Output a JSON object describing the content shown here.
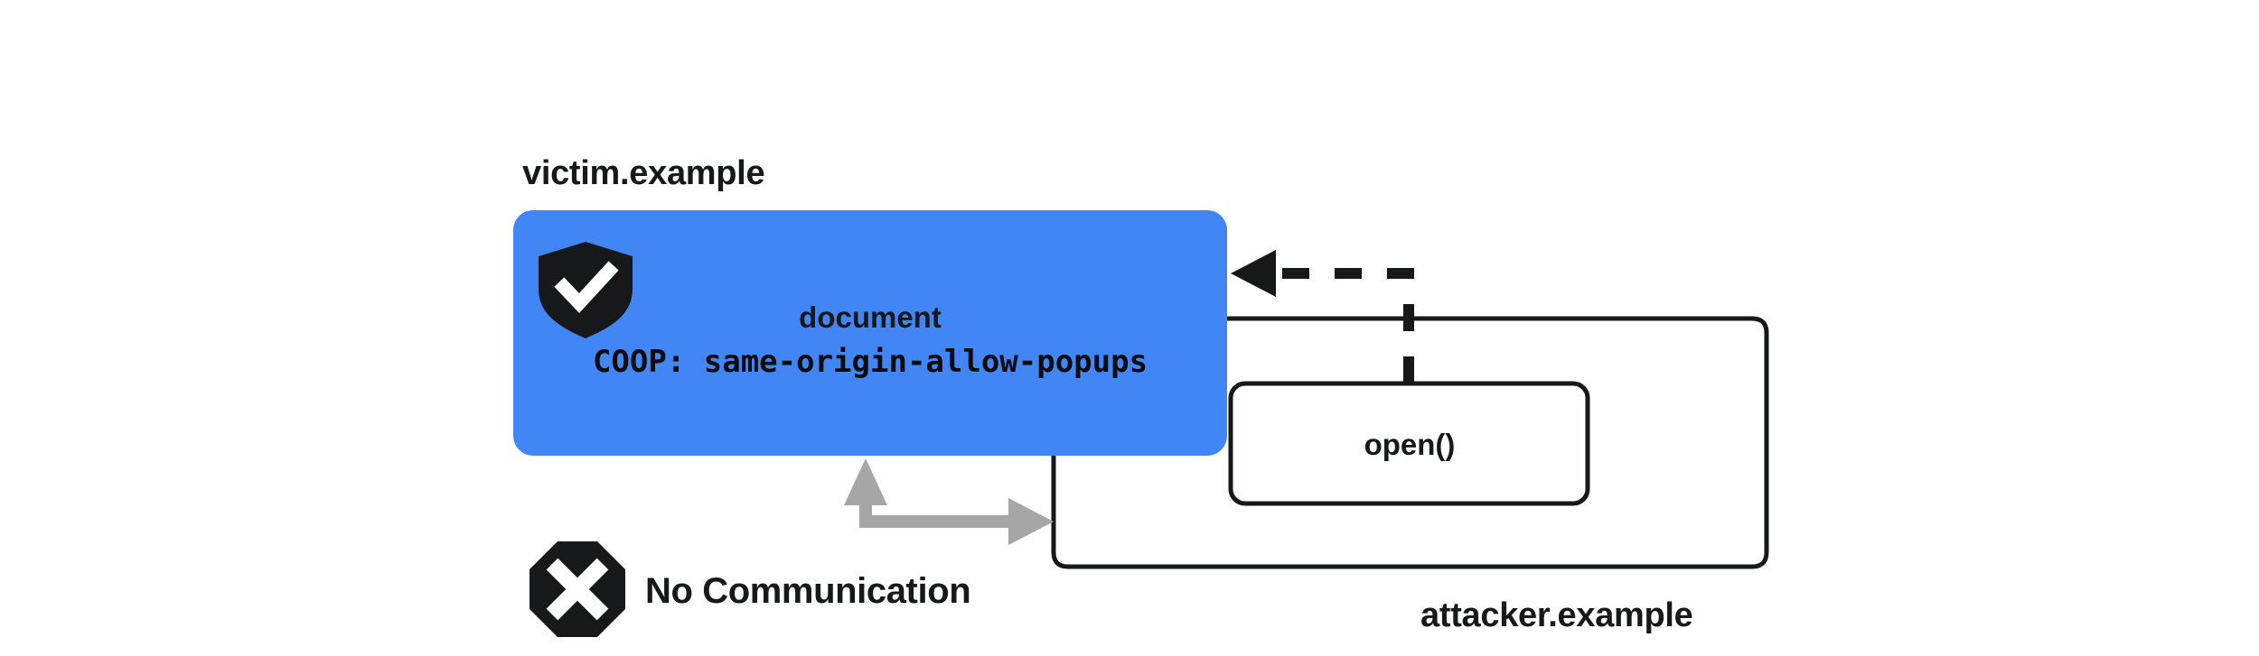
{
  "diagram": {
    "title_victim": "victim.example",
    "title_attacker": "attacker.example",
    "victim_box": {
      "doc_label": "document",
      "coop_label": "COOP: same-origin-allow-popups",
      "fill_color": "#4285f4",
      "shield_icon": "shield-check-icon"
    },
    "attacker_box": {
      "open_label": "open()",
      "stroke_color": "#17181a"
    },
    "connections": {
      "open_arrow": {
        "style": "dashed",
        "color": "#17181a",
        "direction": "attacker-to-victim"
      },
      "no_communication": {
        "label": "No Communication",
        "icon": "octagon-x-icon",
        "color": "#a6a6a6",
        "direction": "bidirectional-blocked"
      }
    }
  },
  "colors": {
    "blue": "#4285f4",
    "ink": "#17181a",
    "gray": "#a6a6a6",
    "white": "#ffffff"
  }
}
